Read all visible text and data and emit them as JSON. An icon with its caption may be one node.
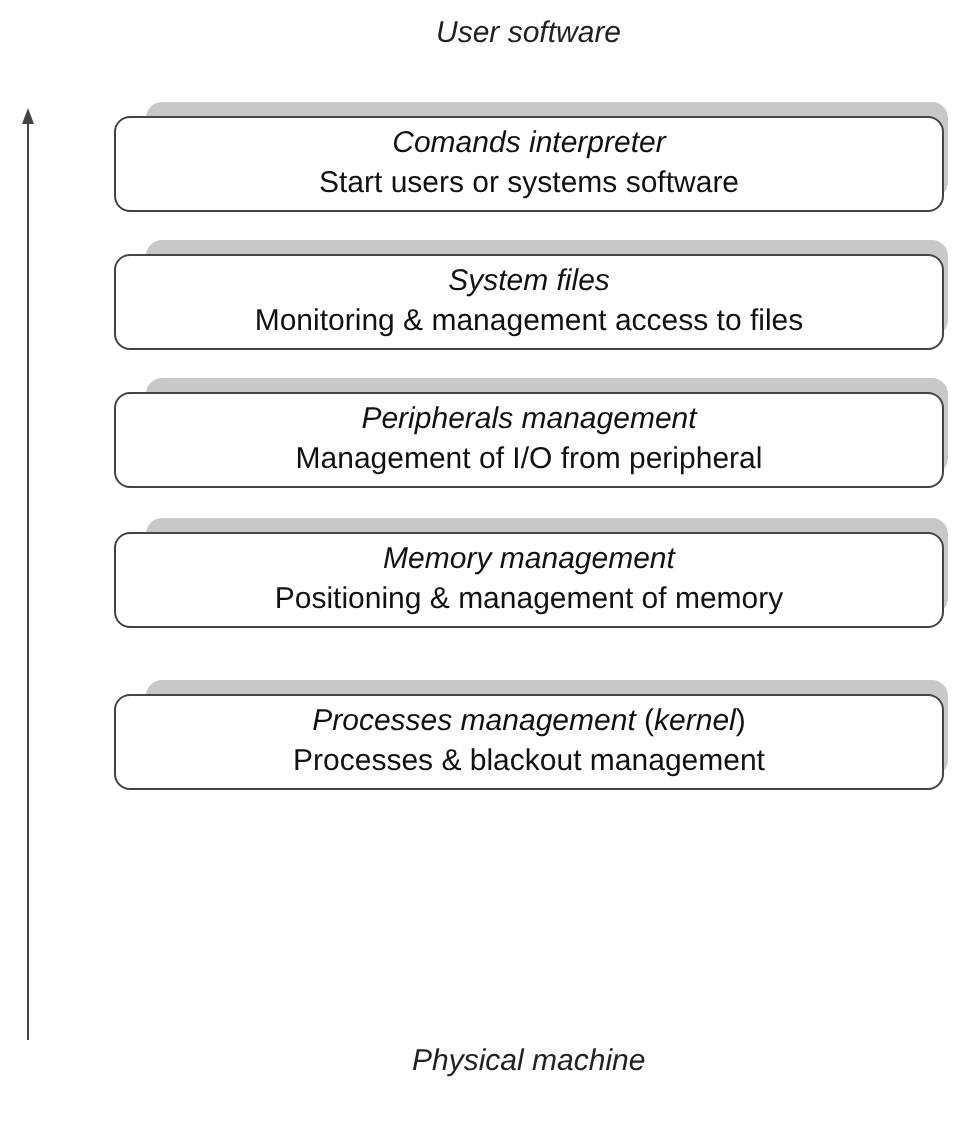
{
  "diagram": {
    "nodes": [
      {
        "text": [
          "Comands interpreter",
          "Start users or systems software"
        ]
      },
      {
        "text": [
          "System files",
          "Monitoring & management access to files"
        ]
      },
      {
        "text": [
          "Peripherals management",
          "Management of I/O from peripheral"
        ]
      },
      {
        "text": [
          "Memory management",
          "Positioning & management of memory"
        ]
      },
      {
        "text": [
          "*Processes management* (*kernel*)",
          "Processes & blackout management"
        ]
      }
    ],
    "edges": [],
    "labels": [
      "User software",
      "Physical machine"
    ]
  }
}
